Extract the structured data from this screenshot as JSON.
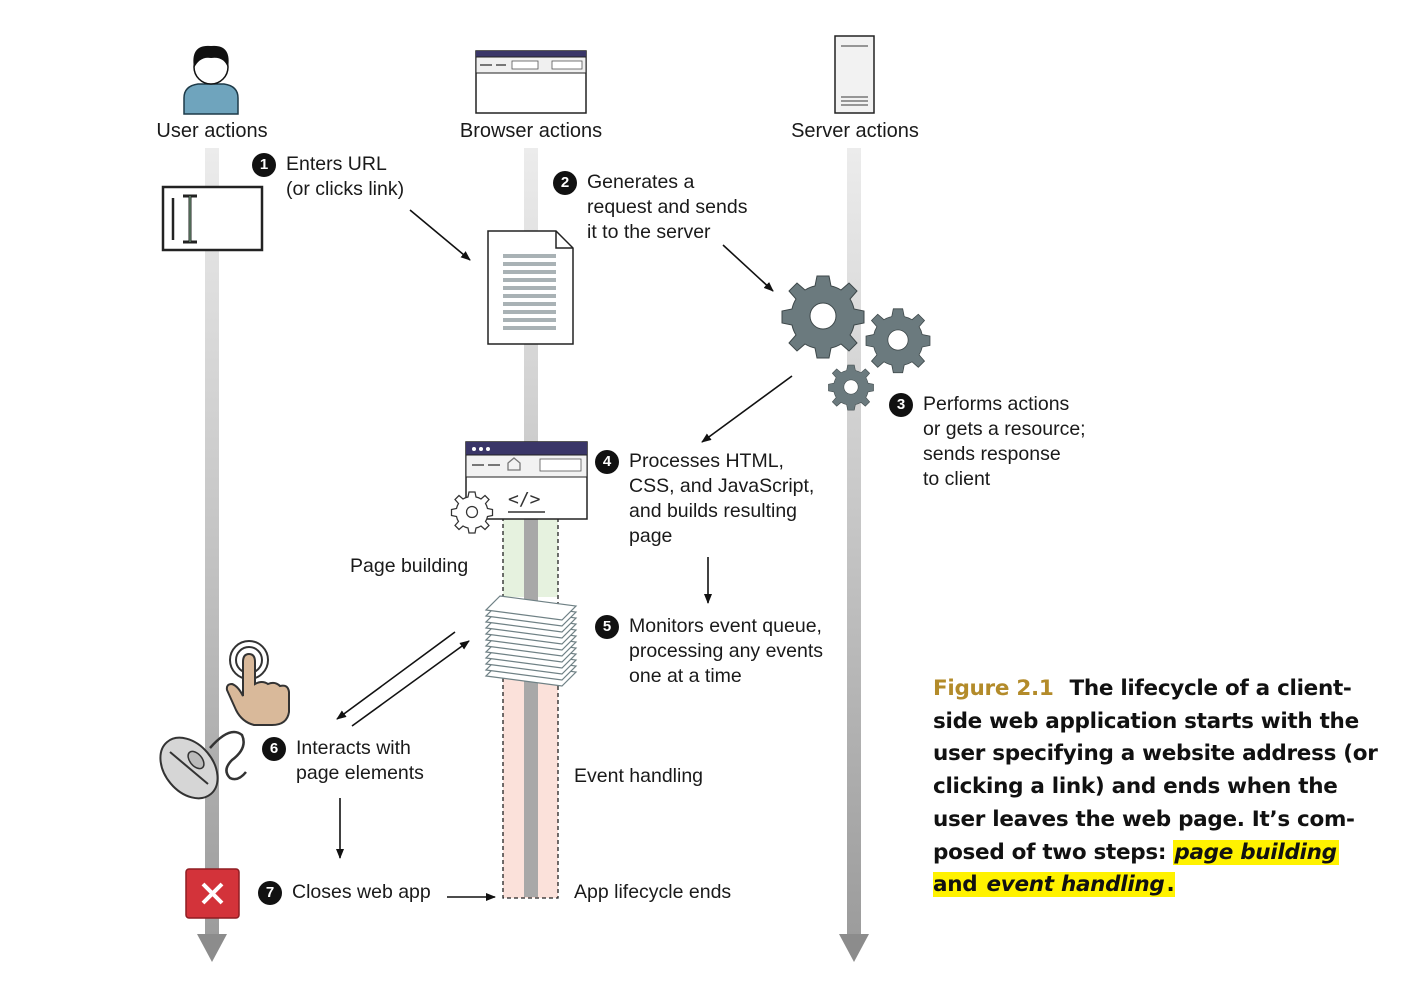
{
  "lanes": {
    "user": "User actions",
    "browser": "Browser actions",
    "server": "Server actions"
  },
  "steps": [
    {
      "num": "1",
      "text": "Enters URL\n(or clicks link)"
    },
    {
      "num": "2",
      "text": "Generates a\nrequest and sends\nit to the server"
    },
    {
      "num": "3",
      "text": "Performs actions\nor gets a resource;\nsends response\nto client"
    },
    {
      "num": "4",
      "text": "Processes HTML,\nCSS, and JavaScript,\nand builds resulting\npage"
    },
    {
      "num": "5",
      "text": "Monitors event queue,\nprocessing any events\none at a time"
    },
    {
      "num": "6",
      "text": "Interacts with\npage elements"
    },
    {
      "num": "7",
      "text": "Closes web app"
    }
  ],
  "phases": {
    "page_building": "Page building",
    "event_handling": "Event handling",
    "lifecycle_end": "App lifecycle ends"
  },
  "code_glyph": "</>",
  "caption": {
    "figure": "Figure 2.1",
    "text_a": "The lifecycle of a client-side web application starts with the user specifying a website address (or clicking a link) and ends when the user leaves the web page. It’s com-posed of two steps: ",
    "hl_1": "page building",
    "hl_and": " and ",
    "hl_2": "event handling",
    "text_end": "."
  },
  "colors": {
    "lane_grey": "#b3b3b3",
    "gear": "#6b7a7e",
    "browser_bar": "#3a3668",
    "page_building_band": "#e6f2df",
    "event_handling_band": "#fbe1da",
    "close_red": "#d3333a",
    "hand_skin": "#d9b99a",
    "figure_label": "#b38b2a",
    "highlight": "#fff200"
  }
}
